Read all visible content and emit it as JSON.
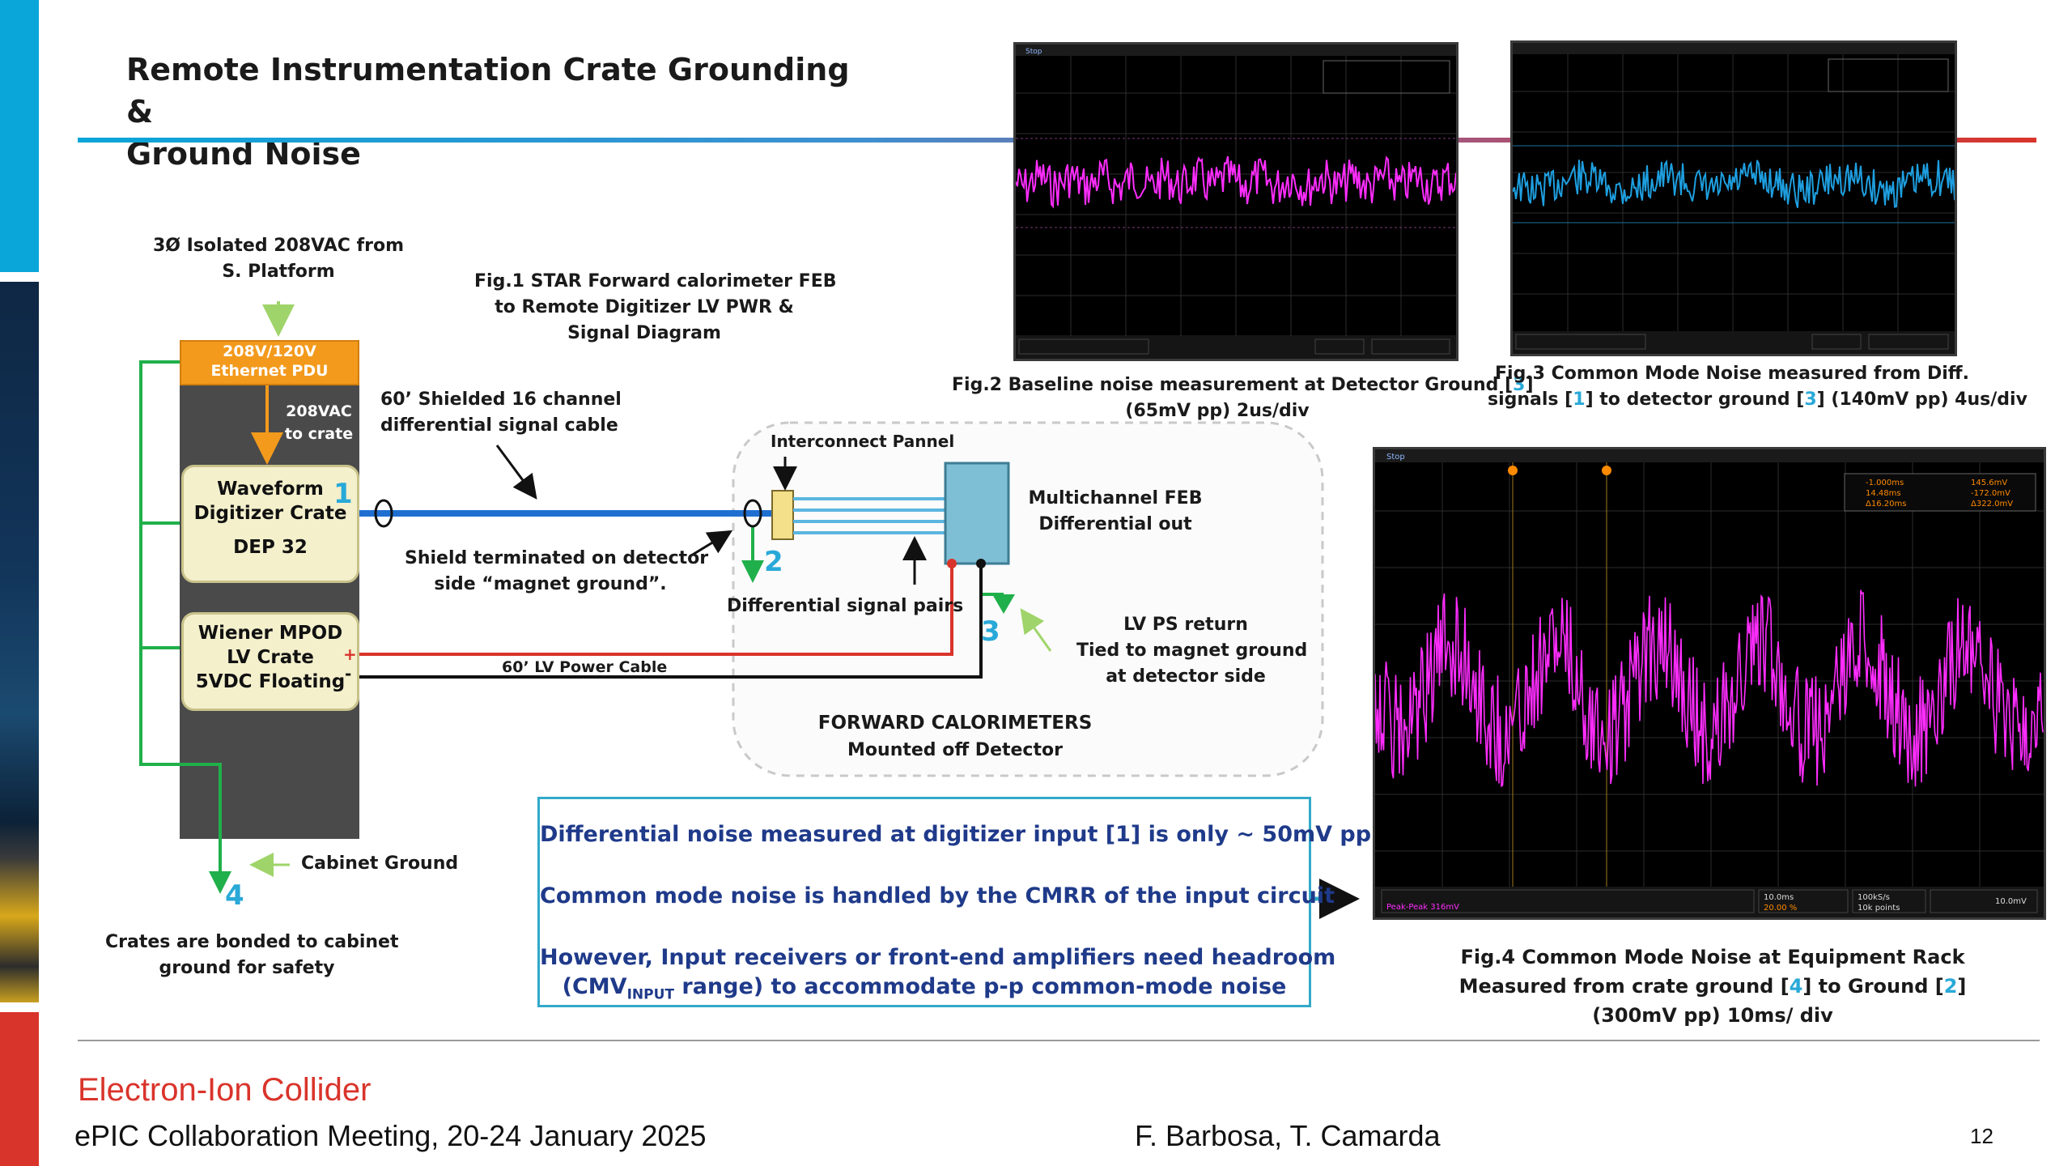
{
  "slide": {
    "title_line1": "Remote Instrumentation Crate Grounding &",
    "title_line2": "Ground Noise",
    "page_number": "12"
  },
  "colors": {
    "accent_blue": "#0aa5d9",
    "accent_red": "#d9342b",
    "ground_green": "#20b04b",
    "pdu_orange": "#f39a1c",
    "rack_gray": "#4a4a4a",
    "scope_magenta": "#ff2dff",
    "scope_cyan": "#1e9fe0",
    "box_text_blue": "#1f3a8a",
    "number_blue": "#29a9d8"
  },
  "diagram": {
    "ac_source_line1": "3Ø Isolated 208VAC from",
    "ac_source_line2": "S. Platform",
    "fig1_line1": "Fig.1 STAR Forward calorimeter FEB",
    "fig1_line2": "to Remote Digitizer LV PWR &",
    "fig1_line3": "Signal Diagram",
    "pdu_line1": "208V/120V",
    "pdu_line2": "Ethernet PDU",
    "vac_line1": "208VAC",
    "vac_line2": "to crate",
    "digitizer_line1": "Waveform",
    "digitizer_line2": "Digitizer Crate",
    "digitizer_line3": "DEP 32",
    "lv_line1": "Wiener MPOD",
    "lv_line2": "LV Crate",
    "lv_line3": "5VDC Floating",
    "plus": "+",
    "minus": "-",
    "cable_line1": "60’ Shielded 16 channel",
    "cable_line2": "differential signal cable",
    "shield_line1": "Shield terminated on detector",
    "shield_line2": "side “magnet ground”.",
    "lv_cable": "60’ LV Power Cable",
    "interconnect": "Interconnect Pannel",
    "diff_pairs": "Differential signal pairs",
    "feb_line1": "Multichannel FEB",
    "feb_line2": "Differential out",
    "lvps_line1": "LV PS return",
    "lvps_line2": "Tied to magnet ground",
    "lvps_line3": "at detector side",
    "fcal_line1": "FORWARD CALORIMETERS",
    "fcal_line2": "Mounted off Detector",
    "cabinet_ground": "Cabinet Ground",
    "bonded_line1": "Crates are bonded to cabinet",
    "bonded_line2": "ground for safety",
    "n1": "1",
    "n2": "2",
    "n3": "3",
    "n4": "4"
  },
  "figures": {
    "fig2_line1_pre": "Fig.2 Baseline noise measurement at Detector Ground [",
    "fig2_line1_ref": "3",
    "fig2_line1_post": "]",
    "fig2_line2": "(65mV pp) 2us/div",
    "fig3_line1": "Fig.3 Common Mode Noise measured from Diff.",
    "fig3_l2_a": "signals [",
    "fig3_l2_ref1": "1",
    "fig3_l2_b": "] to detector ground [",
    "fig3_l2_ref2": "3",
    "fig3_l2_c": "] (140mV pp) 4us/div",
    "fig4_line1": "Fig.4 Common Mode Noise at Equipment Rack",
    "fig4_l2_a": "Measured from crate ground [",
    "fig4_l2_ref1": "4",
    "fig4_l2_b": "] to Ground [",
    "fig4_l2_ref2": "2",
    "fig4_l2_c": "]",
    "fig4_line3": "(300mV pp) 10ms/ div"
  },
  "scopes": {
    "stop_label": "Stop",
    "fig4_readouts": [
      "-1.000ms",
      "14.48ms",
      "Δ16.20ms",
      "145.6mV",
      "-172.0mV",
      "Δ322.0mV"
    ],
    "fig4_bottom": [
      "10.0ms",
      "20.00 %",
      "100kS/s",
      "10k points",
      "10.0mV",
      "Peak-Peak  316mV"
    ]
  },
  "info_box": {
    "line1": "Differential noise measured at digitizer input [1] is only  ~ 50mV pp",
    "line2": "Common mode noise is handled by the CMRR of the input circuit",
    "line3": "However, Input receivers or front-end amplifiers need headroom",
    "line4_pre": "(CMV",
    "line4_sub": "INPUT",
    "line4_post": " range) to accommodate p-p common-mode noise"
  },
  "footer": {
    "org": "Electron-Ion Collider",
    "meeting": "ePIC Collaboration Meeting, 20-24 January 2025",
    "authors": "F. Barbosa, T. Camarda"
  }
}
